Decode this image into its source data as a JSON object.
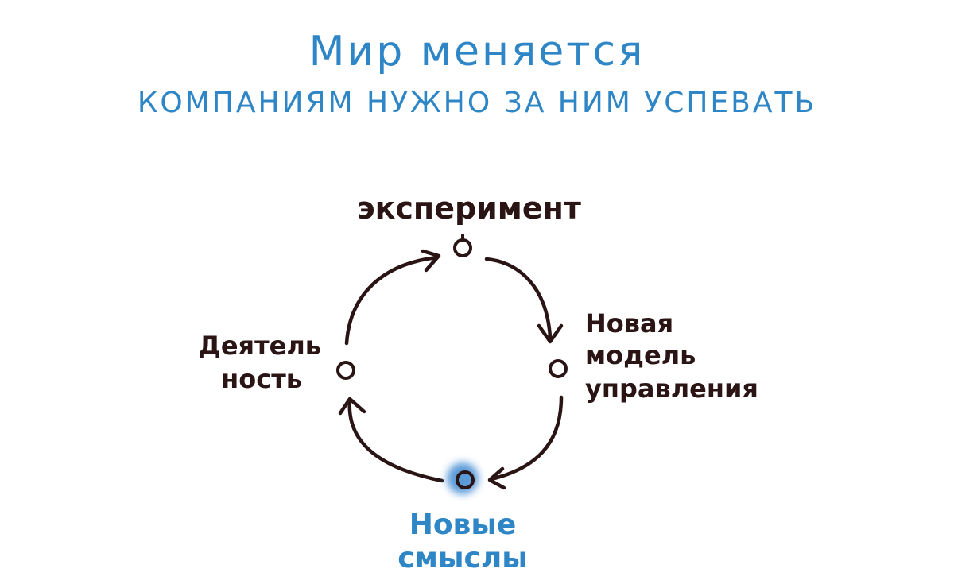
{
  "title": {
    "line1": "Мир меняется",
    "line2": "компаниям нужно за ним успевать"
  },
  "cycle": {
    "top": "эксперимент",
    "right": [
      "Новая",
      "модель",
      "управления"
    ],
    "bottom": [
      "Новые",
      "смыслы"
    ],
    "left": [
      "Деятель",
      "ность"
    ]
  },
  "colors": {
    "accent": "#2f86c6",
    "ink": "#2a1414",
    "highlight": "#4a90d4"
  }
}
